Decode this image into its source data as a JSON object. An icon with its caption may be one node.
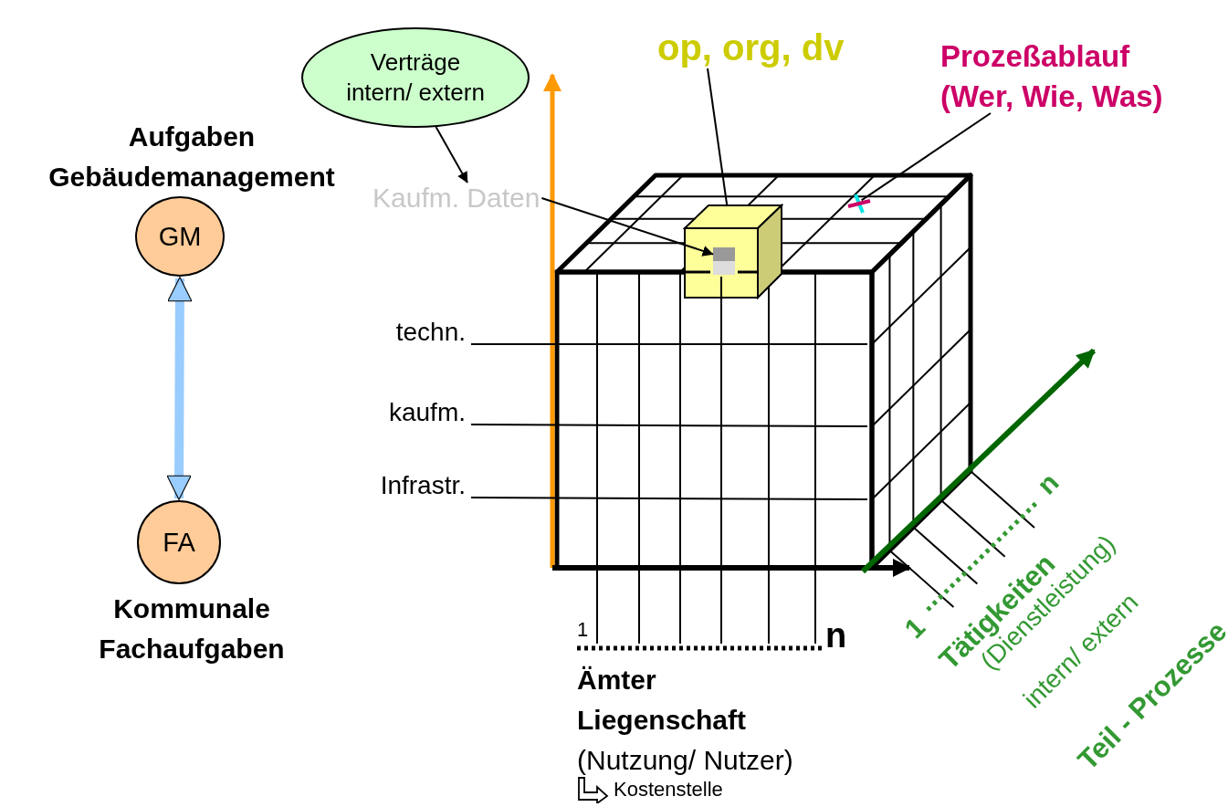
{
  "diagram": {
    "nodes": [
      {
        "text": [
          "Aufgaben Gebäudemanagement",
          "GM"
        ]
      },
      {
        "text": [
          "FA",
          "Kommunale Fachaufgaben"
        ]
      },
      {
        "text": [
          "Verträge intern/ extern"
        ]
      },
      {
        "text": [
          "Kaufm. Daten"
        ]
      },
      {
        "text": [],
        "shape": "box",
        "in": 6
      },
      {
        "text": [
          "op, org, dv"
        ]
      },
      {
        "text": [],
        "shape": "box"
      },
      {
        "text": [
          "Prozeßablauf (Wer, Wie, Was)"
        ]
      },
      {
        "text": [],
        "shape": "cross"
      },
      {
        "text": [
          "techn."
        ]
      },
      {
        "text": [
          "kaufm."
        ]
      },
      {
        "text": [
          "Infrastr."
        ]
      }
    ],
    "edges": [
      {
        "from": 0,
        "to": 1,
        "arrow": "both",
        "style": "thick",
        "color": "#99ccff"
      },
      {
        "from": 2,
        "to": 3,
        "arrow": "to"
      },
      {
        "from": 3,
        "to": 4,
        "arrow": "to"
      },
      {
        "from": 5,
        "to": 6,
        "arrow": "none"
      },
      {
        "from": 7,
        "to": 8,
        "arrow": "none"
      },
      {
        "from": 9,
        "to": null,
        "arrow": "none"
      },
      {
        "from": 10,
        "to": null,
        "arrow": "none"
      },
      {
        "from": 11,
        "to": null,
        "arrow": "none"
      }
    ],
    "labels": [
      "1",
      "n",
      "Ämter",
      "Liegenschaft",
      "(Nutzung/ Nutzer)",
      "Kostenstelle",
      "1",
      "n",
      "Tätigkeiten",
      "(Dienstleistung)",
      "intern/ extern",
      "Teil - Prozesse"
    ]
  }
}
